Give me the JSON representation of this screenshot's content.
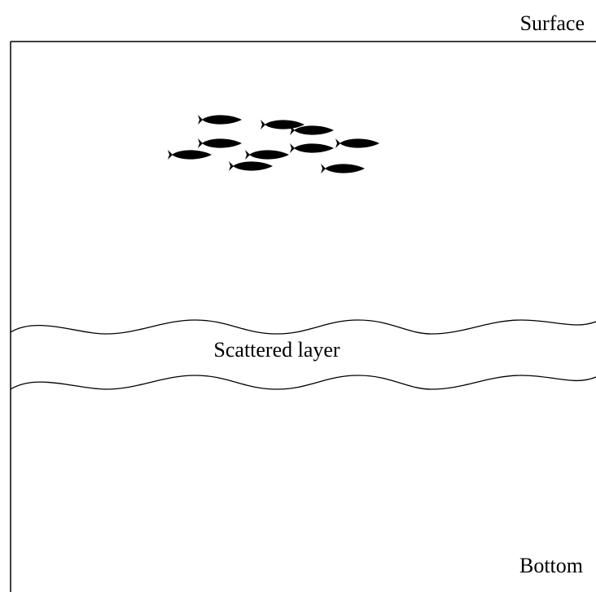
{
  "labels": {
    "top_label": "Surface",
    "middle_label": "Scattered layer",
    "bottom_label": "Bottom"
  },
  "fish_count": 10,
  "colors": {
    "line": "#000000",
    "fish": "#000000",
    "background": "#ffffff"
  }
}
